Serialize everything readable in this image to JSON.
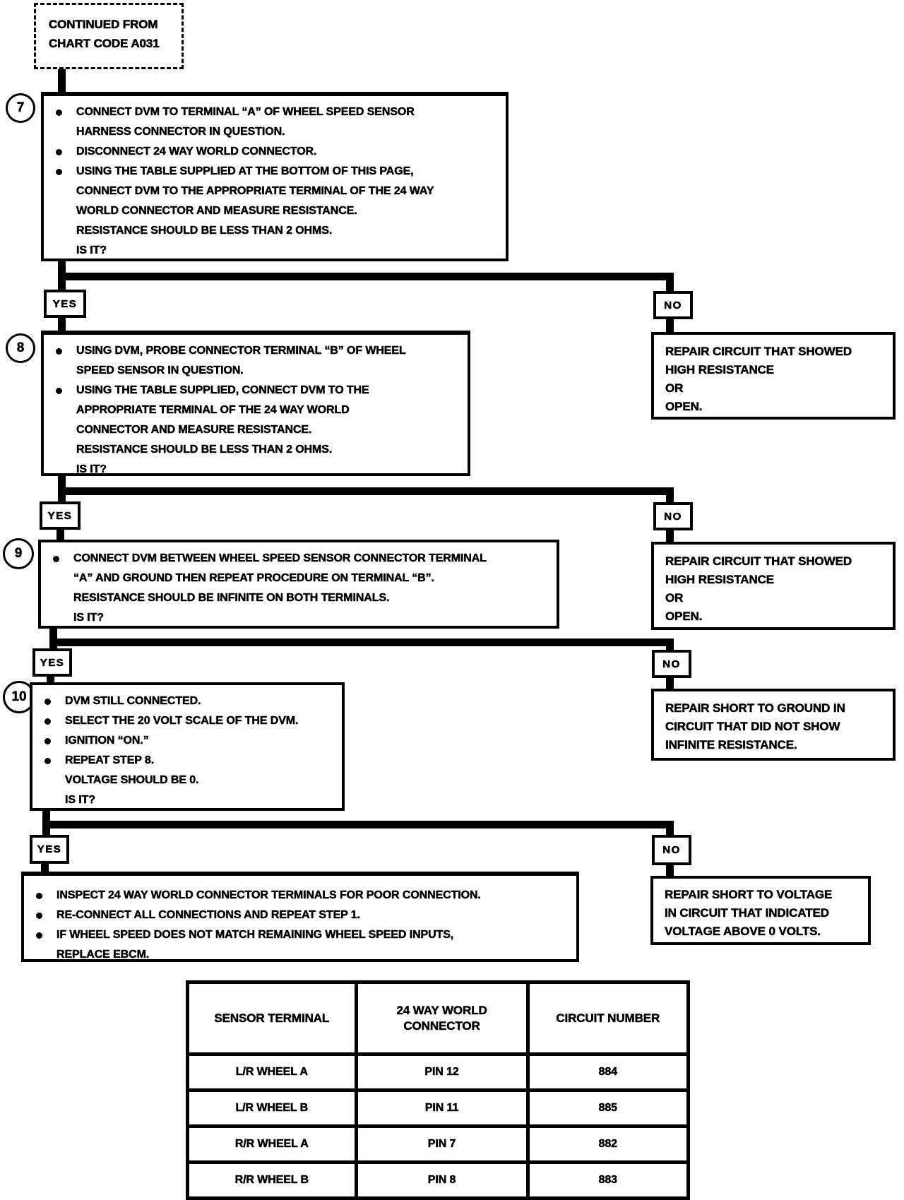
{
  "colors": {
    "ink": "#000000",
    "paper": "#ffffff"
  },
  "continued_box": {
    "line1": "CONTINUED FROM",
    "line2": "CHART CODE A031"
  },
  "labels": {
    "yes": "YES",
    "no": "NO"
  },
  "steps": [
    {
      "num": "7",
      "lines": [
        {
          "bullet": true,
          "text": "CONNECT DVM TO TERMINAL “A” OF WHEEL SPEED SENSOR"
        },
        {
          "bullet": false,
          "text": "HARNESS CONNECTOR IN QUESTION."
        },
        {
          "bullet": true,
          "text": "DISCONNECT 24 WAY WORLD CONNECTOR."
        },
        {
          "bullet": true,
          "text": "USING THE TABLE SUPPLIED AT THE BOTTOM OF THIS PAGE,"
        },
        {
          "bullet": false,
          "text": "CONNECT DVM TO THE APPROPRIATE TERMINAL OF THE 24 WAY"
        },
        {
          "bullet": false,
          "text": "WORLD CONNECTOR AND MEASURE RESISTANCE."
        },
        {
          "bullet": false,
          "text": "RESISTANCE SHOULD BE LESS THAN 2 OHMS."
        },
        {
          "bullet": false,
          "text": "IS IT?"
        }
      ]
    },
    {
      "num": "8",
      "lines": [
        {
          "bullet": true,
          "text": "USING DVM, PROBE CONNECTOR TERMINAL “B” OF WHEEL"
        },
        {
          "bullet": false,
          "text": "SPEED SENSOR IN QUESTION."
        },
        {
          "bullet": true,
          "text": "USING THE TABLE SUPPLIED, CONNECT DVM TO THE"
        },
        {
          "bullet": false,
          "text": "APPROPRIATE TERMINAL OF THE 24 WAY WORLD"
        },
        {
          "bullet": false,
          "text": "CONNECTOR AND MEASURE RESISTANCE."
        },
        {
          "bullet": false,
          "text": "RESISTANCE SHOULD BE LESS THAN 2 OHMS."
        },
        {
          "bullet": false,
          "text": "IS IT?"
        }
      ]
    },
    {
      "num": "9",
      "lines": [
        {
          "bullet": true,
          "text": "CONNECT DVM BETWEEN WHEEL SPEED SENSOR CONNECTOR TERMINAL"
        },
        {
          "bullet": false,
          "text": "“A” AND GROUND THEN REPEAT PROCEDURE ON TERMINAL “B”."
        },
        {
          "bullet": false,
          "text": "RESISTANCE SHOULD BE INFINITE ON BOTH TERMINALS."
        },
        {
          "bullet": false,
          "text": "IS IT?"
        }
      ]
    },
    {
      "num": "10",
      "lines": [
        {
          "bullet": true,
          "text": "DVM STILL CONNECTED."
        },
        {
          "bullet": true,
          "text": "SELECT THE 20 VOLT SCALE OF THE DVM."
        },
        {
          "bullet": true,
          "text": "IGNITION “ON.”"
        },
        {
          "bullet": true,
          "text": "REPEAT STEP 8."
        },
        {
          "bullet": false,
          "text": "VOLTAGE SHOULD BE 0."
        },
        {
          "bullet": false,
          "text": "IS IT?"
        }
      ]
    }
  ],
  "final_box": {
    "lines": [
      {
        "bullet": true,
        "text": "INSPECT 24 WAY WORLD CONNECTOR TERMINALS FOR POOR CONNECTION."
      },
      {
        "bullet": true,
        "text": "RE-CONNECT ALL CONNECTIONS AND REPEAT STEP 1."
      },
      {
        "bullet": true,
        "text": "IF WHEEL SPEED DOES NOT MATCH REMAINING WHEEL SPEED INPUTS,"
      },
      {
        "bullet": false,
        "text": "REPLACE EBCM."
      }
    ]
  },
  "repair_boxes": [
    {
      "lines": [
        "REPAIR CIRCUIT THAT SHOWED",
        "HIGH RESISTANCE",
        "OR",
        "OPEN."
      ]
    },
    {
      "lines": [
        "REPAIR CIRCUIT THAT SHOWED",
        "HIGH RESISTANCE",
        "OR",
        "OPEN."
      ]
    },
    {
      "lines": [
        "REPAIR SHORT TO GROUND IN",
        "CIRCUIT THAT DID NOT SHOW",
        "INFINITE RESISTANCE."
      ]
    },
    {
      "lines": [
        "REPAIR SHORT TO VOLTAGE",
        "IN CIRCUIT THAT INDICATED",
        "VOLTAGE ABOVE 0 VOLTS."
      ]
    }
  ],
  "table": {
    "headers": [
      "SENSOR TERMINAL",
      "24 WAY WORLD CONNECTOR",
      "CIRCUIT NUMBER"
    ],
    "rows": [
      [
        "L/R WHEEL A",
        "PIN 12",
        "884"
      ],
      [
        "L/R WHEEL B",
        "PIN 11",
        "885"
      ],
      [
        "R/R WHEEL A",
        "PIN 7",
        "882"
      ],
      [
        "R/R WHEEL B",
        "PIN 8",
        "883"
      ]
    ]
  }
}
